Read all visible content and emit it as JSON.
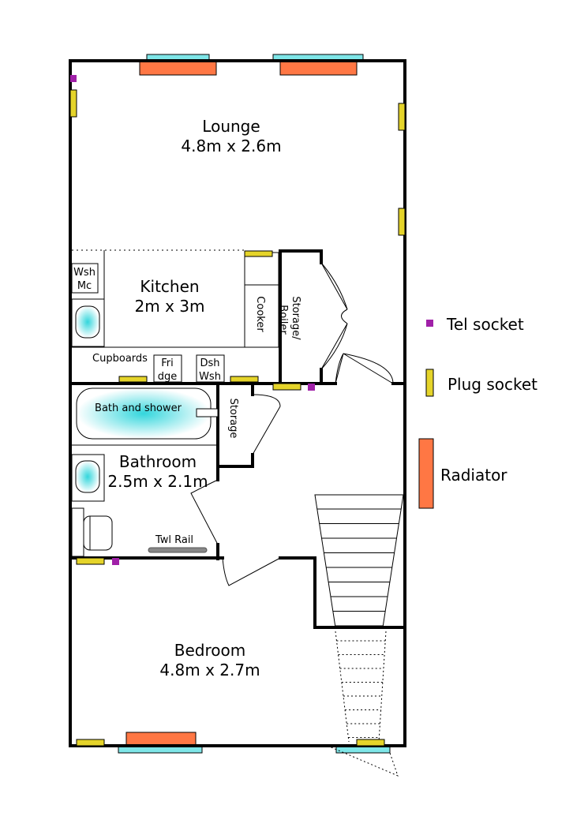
{
  "rooms": {
    "lounge": {
      "name": "Lounge",
      "size": "4.8m x 2.6m"
    },
    "kitchen": {
      "name": "Kitchen",
      "size": "2m x 3m"
    },
    "bathroom": {
      "name": "Bathroom",
      "size": "2.5m x 2.1m"
    },
    "bedroom": {
      "name": "Bedroom",
      "size": "4.8m x 2.7m"
    }
  },
  "fixtures": {
    "washing_machine": [
      "Wsh",
      "Mc"
    ],
    "cooker": "Cooker",
    "cupboards": "Cupboards",
    "fridge": [
      "Fri",
      "dge"
    ],
    "dishwasher": [
      "Dsh",
      "Wsh"
    ],
    "storage_boiler": [
      "Storage/",
      "Boiler"
    ],
    "bath": "Bath and shower",
    "storage": "Storage",
    "towel_rail": "Twl Rail"
  },
  "legend": {
    "tel_socket": "Tel socket",
    "plug_socket": "Plug socket",
    "radiator": "Radiator"
  },
  "colors": {
    "window": "#7fe6e8",
    "radiator": "#ff7744",
    "plug_socket": "#e5d42a",
    "tel_socket": "#a020a8",
    "sink_water": "#33d6dc"
  }
}
